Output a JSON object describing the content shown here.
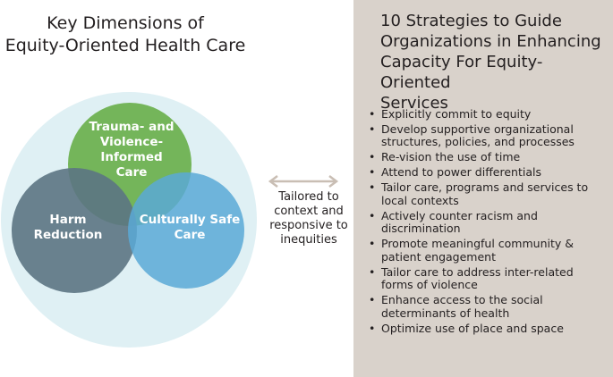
{
  "left_title": [
    "Key Dimensions of",
    "Equity-Oriented Health Care"
  ],
  "circles": [
    {
      "id": "trauma",
      "lines": [
        "Trauma- and",
        "Violence-Informed",
        "Care"
      ],
      "color": "#6ab04c"
    },
    {
      "id": "harm",
      "lines": [
        "Harm",
        "Reduction"
      ],
      "color": "#5c7483"
    },
    {
      "id": "culture",
      "lines": [
        "Culturally Safe",
        "Care"
      ],
      "color": "#5aa9d6"
    }
  ],
  "background_circle_color": "#dff0f4",
  "arrow_caption": [
    "Tailored to",
    "context and",
    "responsive to",
    "inequities"
  ],
  "panel": {
    "title": [
      "10 Strategies to Guide",
      "Organizations in Enhancing",
      "Capacity For Equity-Oriented",
      "Services"
    ],
    "items": [
      [
        "Explicitly commit to equity"
      ],
      [
        "Develop supportive organizational",
        "structures, policies, and processes"
      ],
      [
        "Re-vision the use of time"
      ],
      [
        "Attend to power differentials"
      ],
      [
        "Tailor care, programs and services to",
        "local contexts"
      ],
      [
        "Actively counter racism and",
        "discrimination"
      ],
      [
        "Promote meaningful community &",
        "patient engagement"
      ],
      [
        "Tailor care to address inter-related",
        "forms of violence"
      ],
      [
        "Enhance access to the social",
        "determinants of health"
      ],
      [
        "Optimize use of place and space"
      ]
    ],
    "color": "#d9d2cb"
  }
}
